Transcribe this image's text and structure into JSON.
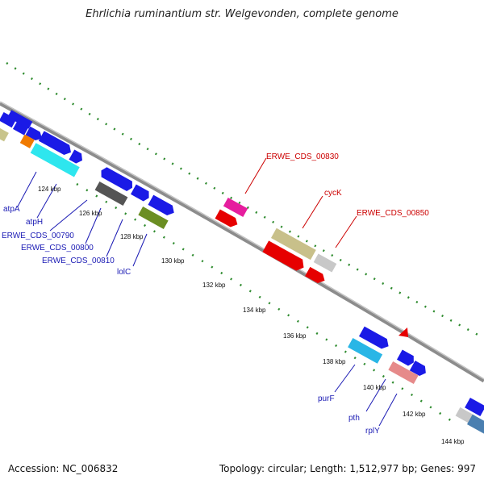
{
  "title": "Ehrlichia ruminantium str. Welgevonden, complete genome",
  "accession": "Accession: NC_006832",
  "topology": "Topology: circular; Length: 1,512,977 bp; Genes: 997",
  "scale_ticks": [
    "124 kbp",
    "126 kbp",
    "128 kbp",
    "130 kbp",
    "132 kbp",
    "134 kbp",
    "136 kbp",
    "138 kbp",
    "140 kbp",
    "142 kbp",
    "144 kbp"
  ],
  "gene_labels_blue": [
    "atpA",
    "atpH",
    "ERWE_CDS_00790",
    "ERWE_CDS_00800",
    "ERWE_CDS_00810",
    "lolC",
    "purF",
    "pth",
    "rplY"
  ],
  "gene_labels_red": [
    "ERWE_CDS_00830",
    "cycK",
    "ERWE_CDS_00850"
  ],
  "colors": {
    "backbone": "#8c8c8c",
    "tick": "#2e8b2e",
    "cds_blue": "#1a1ae6",
    "label_blue": "#1a1ab4",
    "label_red": "#cc0000"
  }
}
